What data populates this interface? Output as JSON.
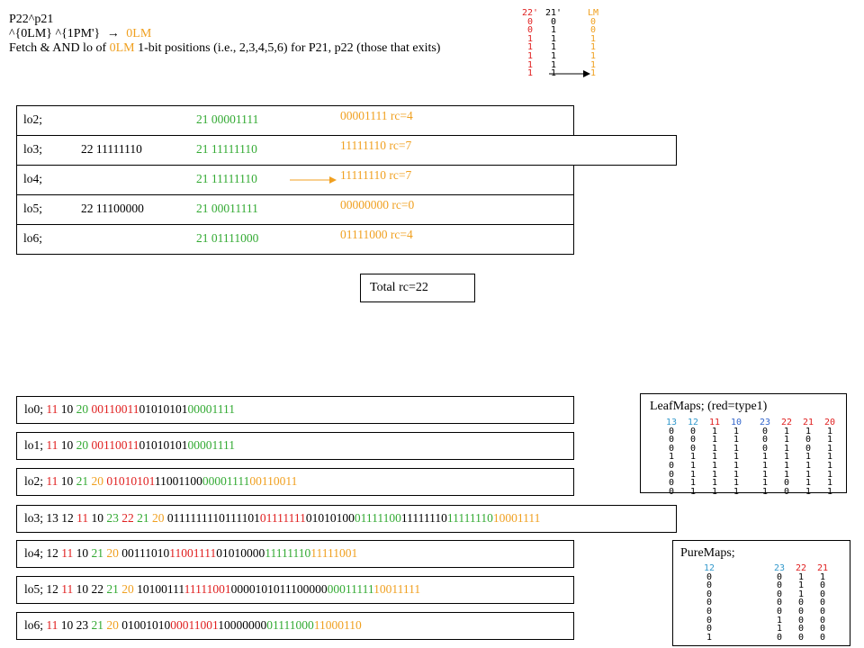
{
  "colors": {
    "green": "#33aa33",
    "orange": "#f0a020",
    "red": "#e02020",
    "blue": "#3366cc",
    "teal": "#3399cc"
  },
  "header": {
    "line1": "P22^p21",
    "line2_prefix": "^{0LM} ^{1PM'}",
    "line2_arrow": "→",
    "line2_suffix": "0LM",
    "line3_prefix": "Fetch & AND lo of ",
    "line3_highlight": "0LM",
    "line3_suffix": " 1-bit positions (i.e., 2,3,4,5,6) for P21, p22 (those that exits)"
  },
  "topright_bits": {
    "cols": [
      {
        "label": "22'",
        "bits": "0011111",
        "color": "red"
      },
      {
        "label": "21'",
        "bits": "0111111",
        "color": "black"
      },
      {
        "label": "LM",
        "bits": "0011111",
        "color": "orange"
      }
    ]
  },
  "lo_table": {
    "rows": [
      {
        "name": "lo2;",
        "p22": "",
        "p21": "21 00001111",
        "result": "00001111  rc=4"
      },
      {
        "name": "lo3;",
        "p22": "22 11111110",
        "p21": "21 11111110",
        "result": "11111110  rc=7"
      },
      {
        "name": "lo4;",
        "p22": "",
        "p21": "21 11111110",
        "result": "11111110  rc=7"
      },
      {
        "name": "lo5;",
        "p22": "22 11100000",
        "p21": "21 00011111",
        "result": "00000000  rc=0"
      },
      {
        "name": "lo6;",
        "p22": "",
        "p21": "21 01111000",
        "result": "01111000  rc=4"
      }
    ]
  },
  "total": "Total rc=22",
  "lo_lines": [
    {
      "parts": [
        {
          "t": "lo0; ",
          "c": "black"
        },
        {
          "t": "11",
          "c": "red"
        },
        {
          "t": " 10 ",
          "c": "black"
        },
        {
          "t": "20",
          "c": "green"
        },
        {
          "t": " ",
          "c": "black"
        },
        {
          "t": "00110011",
          "c": "red"
        },
        {
          "t": "01010101",
          "c": "black"
        },
        {
          "t": "00001111",
          "c": "green"
        }
      ]
    },
    {
      "parts": [
        {
          "t": "lo1; ",
          "c": "black"
        },
        {
          "t": "11",
          "c": "red"
        },
        {
          "t": " 10 ",
          "c": "black"
        },
        {
          "t": "20",
          "c": "green"
        },
        {
          "t": " ",
          "c": "black"
        },
        {
          "t": "00110011",
          "c": "red"
        },
        {
          "t": "01010101",
          "c": "black"
        },
        {
          "t": "00001111",
          "c": "green"
        }
      ]
    },
    {
      "parts": [
        {
          "t": "lo2; ",
          "c": "black"
        },
        {
          "t": "11",
          "c": "red"
        },
        {
          "t": " 10 ",
          "c": "black"
        },
        {
          "t": "21",
          "c": "green"
        },
        {
          "t": " ",
          "c": "black"
        },
        {
          "t": "20",
          "c": "orange"
        },
        {
          "t": " ",
          "c": "black"
        },
        {
          "t": "01010101",
          "c": "red"
        },
        {
          "t": "11001100",
          "c": "black"
        },
        {
          "t": "00001111",
          "c": "green"
        },
        {
          "t": "00110011",
          "c": "orange"
        }
      ]
    },
    {
      "parts": [
        {
          "t": "lo3; 13 12 ",
          "c": "black"
        },
        {
          "t": "11",
          "c": "red"
        },
        {
          "t": " 10 ",
          "c": "black"
        },
        {
          "t": "23",
          "c": "green"
        },
        {
          "t": " ",
          "c": "black"
        },
        {
          "t": "22",
          "c": "red"
        },
        {
          "t": " ",
          "c": "black"
        },
        {
          "t": "21",
          "c": "green"
        },
        {
          "t": " ",
          "c": "black"
        },
        {
          "t": "20",
          "c": "orange"
        },
        {
          "t": " 01111111",
          "c": "black"
        },
        {
          "t": "10111101",
          "c": "black"
        },
        {
          "t": "01111111",
          "c": "red"
        },
        {
          "t": "01010100",
          "c": "black"
        },
        {
          "t": "01111100",
          "c": "green"
        },
        {
          "t": "11111110",
          "c": "black"
        },
        {
          "t": "11111110",
          "c": "green"
        },
        {
          "t": "10001111",
          "c": "orange"
        }
      ]
    },
    {
      "parts": [
        {
          "t": "lo4; 12 ",
          "c": "black"
        },
        {
          "t": "11",
          "c": "red"
        },
        {
          "t": " 10 ",
          "c": "black"
        },
        {
          "t": "21",
          "c": "green"
        },
        {
          "t": " ",
          "c": "black"
        },
        {
          "t": "20",
          "c": "orange"
        },
        {
          "t": " 00111010",
          "c": "black"
        },
        {
          "t": "11001111",
          "c": "red"
        },
        {
          "t": "01010000",
          "c": "black"
        },
        {
          "t": "11111110",
          "c": "green"
        },
        {
          "t": "11111001",
          "c": "orange"
        }
      ]
    },
    {
      "parts": [
        {
          "t": "lo5; 12 ",
          "c": "black"
        },
        {
          "t": "11",
          "c": "red"
        },
        {
          "t": " 10 22 ",
          "c": "black"
        },
        {
          "t": "21",
          "c": "green"
        },
        {
          "t": " ",
          "c": "black"
        },
        {
          "t": "20",
          "c": "orange"
        },
        {
          "t": " 10100111",
          "c": "black"
        },
        {
          "t": "11111001",
          "c": "red"
        },
        {
          "t": "00001010",
          "c": "black"
        },
        {
          "t": "11100000",
          "c": "black"
        },
        {
          "t": "00011111",
          "c": "green"
        },
        {
          "t": "10011111",
          "c": "orange"
        }
      ]
    },
    {
      "parts": [
        {
          "t": "lo6; ",
          "c": "black"
        },
        {
          "t": "11",
          "c": "red"
        },
        {
          "t": " 10 23 ",
          "c": "black"
        },
        {
          "t": "21",
          "c": "green"
        },
        {
          "t": " ",
          "c": "black"
        },
        {
          "t": "20",
          "c": "orange"
        },
        {
          "t": " 01001010",
          "c": "black"
        },
        {
          "t": "00011001",
          "c": "red"
        },
        {
          "t": "10000000",
          "c": "black"
        },
        {
          "t": "01111000",
          "c": "green"
        },
        {
          "t": "11000110",
          "c": "orange"
        }
      ]
    }
  ],
  "leafmaps": {
    "title": "LeafMaps; (red=type1)",
    "cols": [
      {
        "label": "13",
        "bits": "00010000",
        "color": "teal"
      },
      {
        "label": "12",
        "bits": "00011111",
        "color": "teal"
      },
      {
        "label": "11",
        "bits": "11111111",
        "color": "red"
      },
      {
        "label": "10",
        "bits": "11111111",
        "color": "blue"
      },
      {
        "label": "23",
        "bits": "00011111",
        "color": "blue"
      },
      {
        "label": "22",
        "bits": "11111100",
        "color": "red"
      },
      {
        "label": "21",
        "bits": "10011111",
        "color": "red"
      },
      {
        "label": "20",
        "bits": "11111111",
        "color": "red"
      }
    ]
  },
  "puremaps": {
    "title": "PureMaps;",
    "cols": [
      {
        "label": "12",
        "bits": "00000001",
        "color": "teal"
      },
      {
        "label": "23",
        "bits": "00000110",
        "color": "teal"
      },
      {
        "label": "22",
        "bits": "11100000",
        "color": "red"
      },
      {
        "label": "21",
        "bits": "10000000",
        "color": "red"
      }
    ]
  }
}
